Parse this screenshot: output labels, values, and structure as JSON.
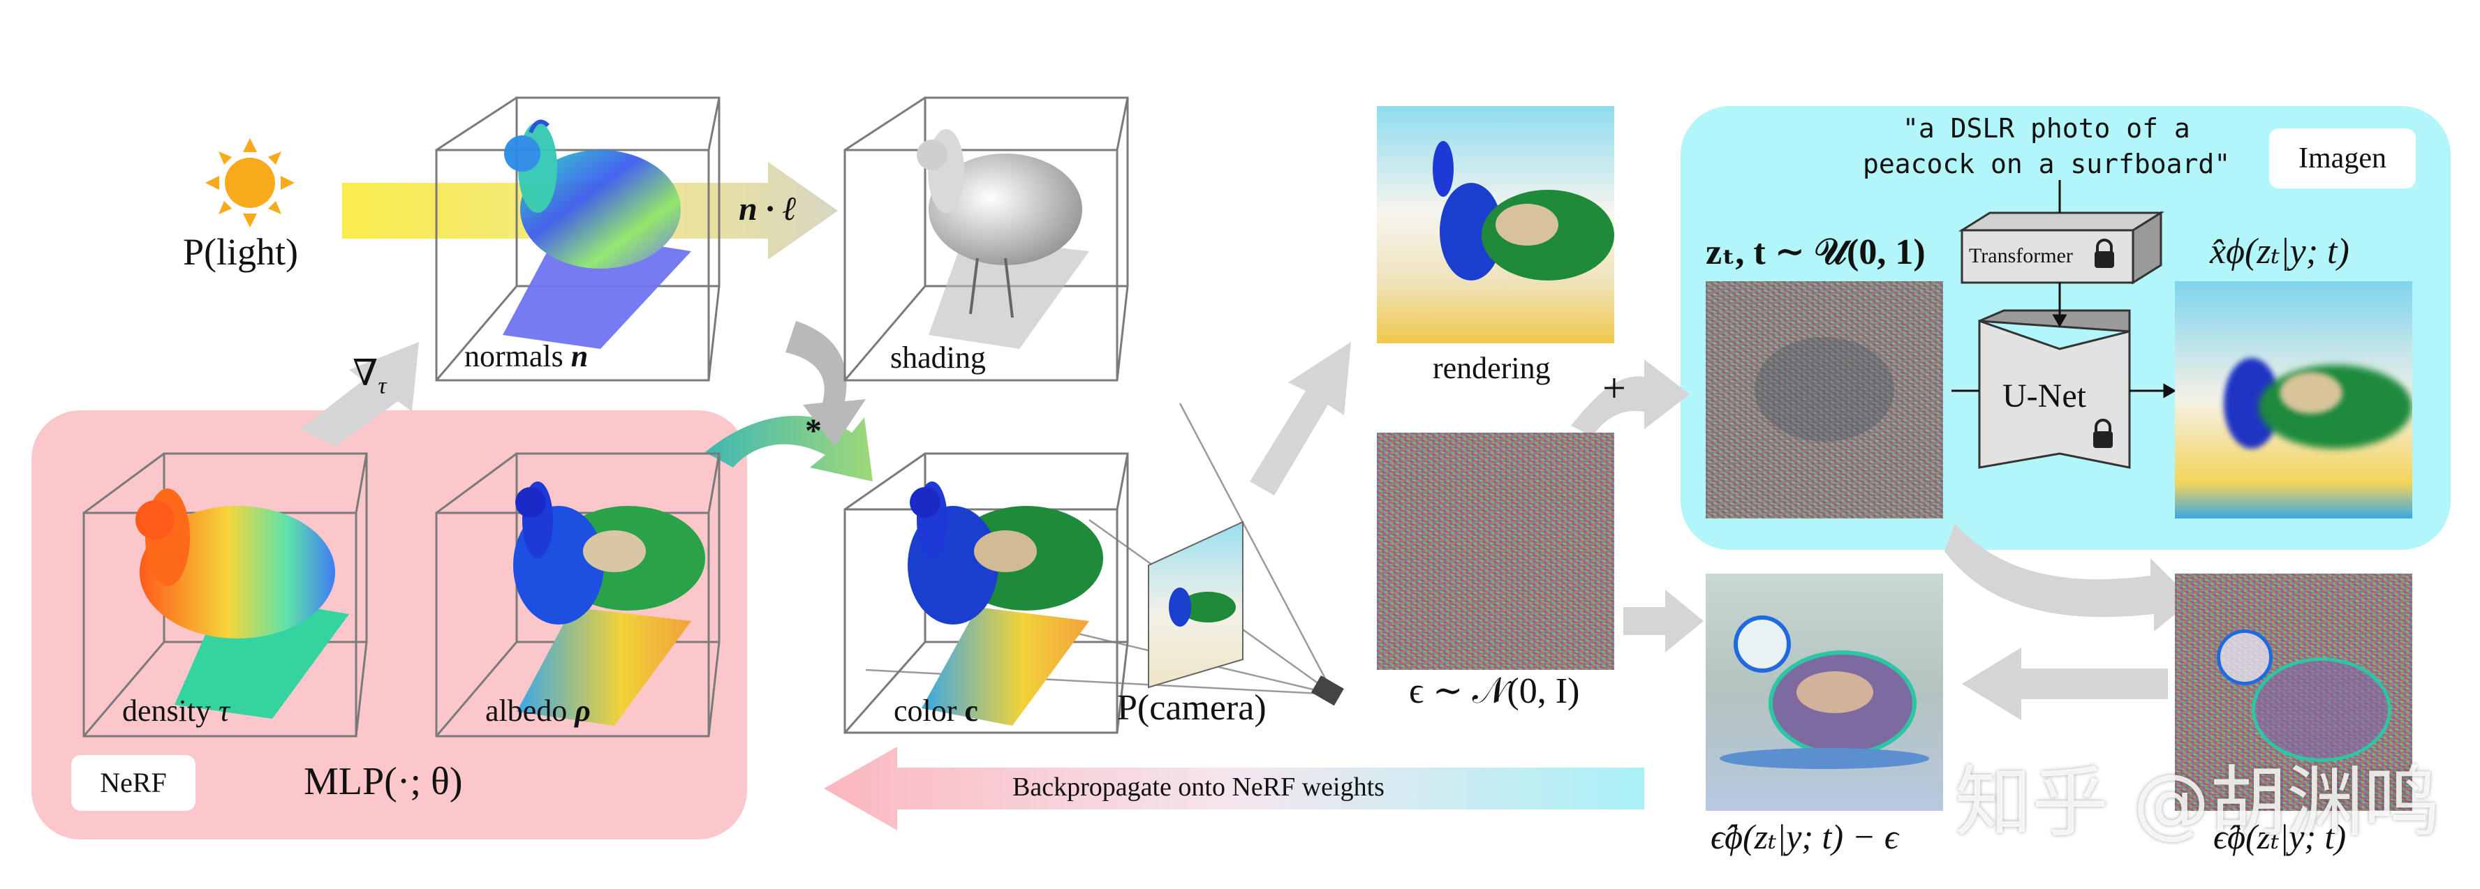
{
  "light_label": "P(light)",
  "grad_label": "∇",
  "grad_sub": "τ",
  "normals_label": "normals ",
  "normals_var": "n",
  "ndotl_label": "n · ℓ",
  "shading_label": "shading",
  "star_label": "*",
  "density_label": "density ",
  "density_var": "τ",
  "albedo_label": "albedo ",
  "albedo_var": "ρ",
  "nerf_tag": "NeRF",
  "mlp_label": "MLP(·; θ)",
  "color_label": "color ",
  "color_var": "c",
  "camera_label": "P(camera)",
  "rendering_label": "rendering",
  "plus_label": "+",
  "epsilon_label": "ϵ ∼ 𝒩(0, I)",
  "prompt_line1": "\"a DSLR photo of a",
  "prompt_line2": "peacock on a surfboard\"",
  "imagen_tag": "Imagen",
  "zt_label": "zₜ, t ∼ 𝒰(0, 1)",
  "transformer_label": "Transformer",
  "unet_label": "U-Net",
  "xhat_label": "x̂ϕ(zₜ|y; t)",
  "eps_hat_label": "ϵ̂ϕ(zₜ|y; t)",
  "eps_diff_label": "ϵ̂ϕ(zₜ|y; t) − ϵ",
  "backprop_label": "Backpropagate onto NeRF weights",
  "watermark": "知乎 @胡渊鸣",
  "colors": {
    "nerf_bg": "#fcc7cb",
    "imagen_bg": "#b3f6f9",
    "arrow_gray": "#d5d5d5",
    "sun": "#f9a91c"
  }
}
